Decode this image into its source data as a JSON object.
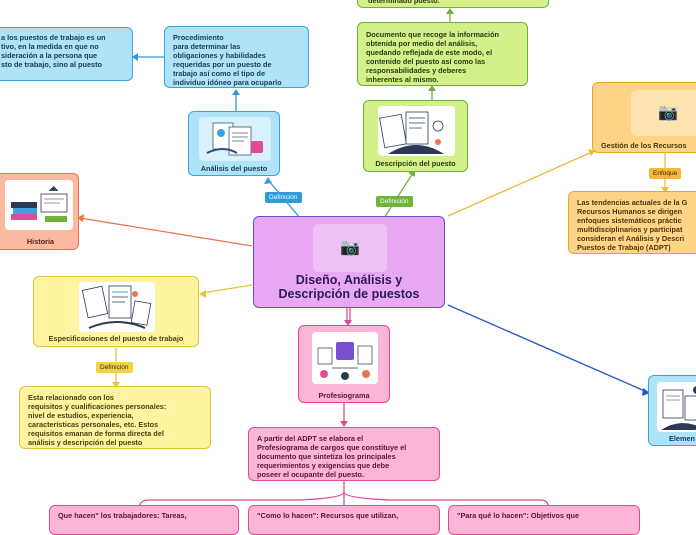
{
  "central": {
    "title": "Diseño, Análisis y\nDescripción de puestos",
    "icon": "camera-icon"
  },
  "analisis": {
    "title": "Análisis del puesto",
    "link_label": "Definición",
    "definition": "Procedimiento\npara determinar las\nobligaciones y habilidades\nrequeridas por un puesto de\ntrabajo así como el tipo de\nindividuo idóneo para ocuparlo",
    "partial_text": "a los puestos de trabajo es un\ntivo, en la medida en que no\nsideración a la persona que\nsto de trabajo, sino al puesto"
  },
  "descripcion": {
    "title": "Descripción del puesto",
    "link_label": "Definición",
    "definition": "Documento que recoge la información\nobtenida por medio del análisis,\nquedando reflejada de este modo, el\ncontenido del puesto así como las\nresponsabilidades y deberes\ninherentes al mismo.",
    "top_partial": "determinado puesto."
  },
  "gestion": {
    "title": "Gestión de los Recursos",
    "link_label": "Enfoque",
    "text": "Las tendencias actuales de la G\nRecursos Humanos se dirigen\nenfoques sistemáticos práctic\nmultidisciplinarios y participat\nconsideran el Análisis y Descri\nPuestos de Trabajo (ADPT)"
  },
  "historia": {
    "title": "Historia"
  },
  "especificaciones": {
    "title": "Especificaciones del puesto de trabajo",
    "link_label": "Definición",
    "definition": "Esta relacionado con los\nrequisitos y cualificaciones personales:\nnivel de estudios, experiencia,\ncaracterísticas personales, etc. Estos\nrequisitos emanan de forma directa del\nanálisis y descripción del puesto"
  },
  "profesiograma": {
    "title": "Profesiograma",
    "text": "A partir del ADPT se elabora el\nProfesiograma de cargos que constituye el\ndocumento que sintetiza los principales\nrequerimientos y exigencias que debe\nposeer el ocupante del puesto.",
    "sub1": "Que hacen\" los trabajadores: Tareas,",
    "sub2": "\"Como lo hacen\": Recursos que utilizan,",
    "sub3": "\"Para qué lo hacen\": Objetivos que"
  },
  "elementos": {
    "title": "Elemen"
  },
  "colors": {
    "blue": "#2e9ad8",
    "green": "#6fb33a",
    "orange": "#f4b63c",
    "salmon": "#e9754f",
    "yellow": "#e0c43c",
    "pink": "#e14b95",
    "navy": "#2057c8"
  }
}
